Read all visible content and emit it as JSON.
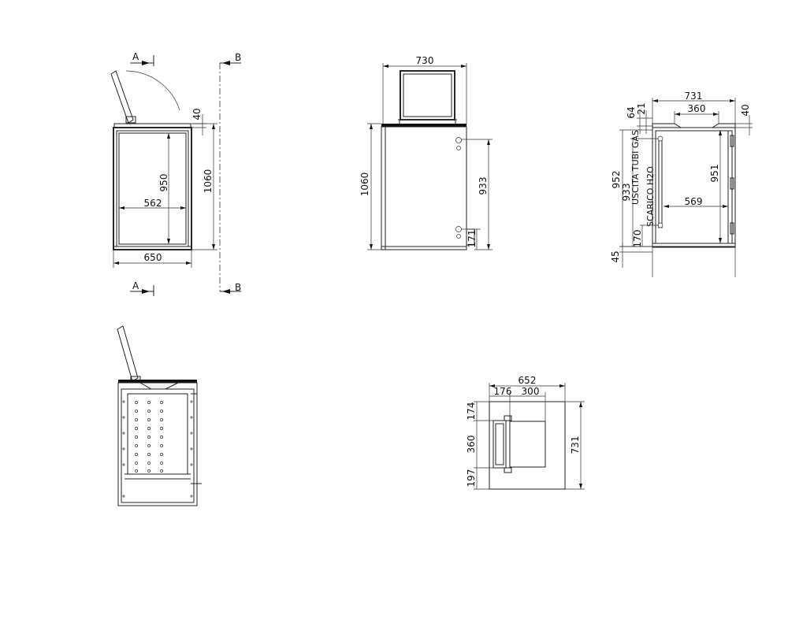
{
  "section_marks": {
    "a_top": "A",
    "a_bottom": "A",
    "b_top": "B",
    "b_bottom": "B"
  },
  "front_view": {
    "dim_width_outer": "650",
    "dim_width_inner": "562",
    "dim_height_inner": "950",
    "dim_height_total": "1060",
    "dim_lid": "40"
  },
  "side_view": {
    "dim_lid_width": "730",
    "dim_height_total": "1060",
    "dim_height_pipe": "933",
    "dim_pipe_low": "171"
  },
  "section_view": {
    "dim_width_total": "731",
    "dim_width_opening": "360",
    "dim_64": "64",
    "dim_21": "21",
    "dim_40": "40",
    "dim_952": "952",
    "dim_933": "933",
    "label_gas": "USCITA TUBI GAS",
    "label_h2o": "SCARICO H2O",
    "dim_951": "951",
    "dim_569": "569",
    "dim_170": "170",
    "dim_45": "45"
  },
  "plan_view": {
    "dim_652": "652",
    "dim_176": "176",
    "dim_300": "300",
    "dim_174": "174",
    "dim_360": "360",
    "dim_197": "197",
    "dim_731": "731"
  }
}
